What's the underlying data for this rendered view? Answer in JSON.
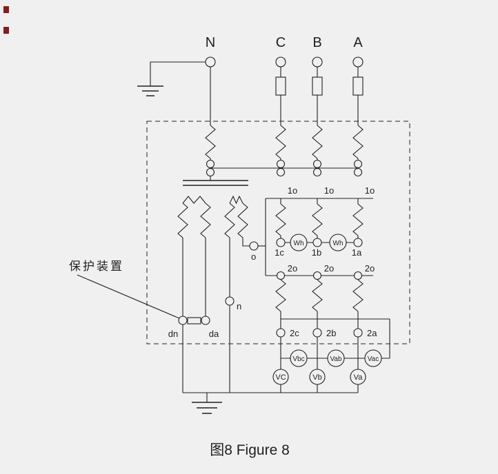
{
  "title": "图8 Figure 8",
  "colors": {
    "background": "#f0f0f0",
    "ink": "#1f1f1f",
    "mark": "#8b1a1a"
  },
  "phases": {
    "n": "N",
    "c": "C",
    "b": "B",
    "a": "A"
  },
  "annotation": {
    "protection": "保护装置"
  },
  "terminals": {
    "sec1_bus": [
      "1o",
      "1o",
      "1o"
    ],
    "sec1": [
      "1c",
      "1b",
      "1a"
    ],
    "sec2_bus": [
      "2o",
      "2o",
      "2o"
    ],
    "sec2": [
      "2c",
      "2b",
      "2a"
    ],
    "residual": {
      "dn": "dn",
      "da": "da"
    },
    "neutral": "n",
    "common": "o"
  },
  "meters": {
    "wh": [
      "Wh",
      "Wh"
    ],
    "line_v": [
      "Vbc",
      "Vab",
      "Vac"
    ],
    "phase_v": [
      "VC",
      "Vb",
      "Va"
    ]
  }
}
